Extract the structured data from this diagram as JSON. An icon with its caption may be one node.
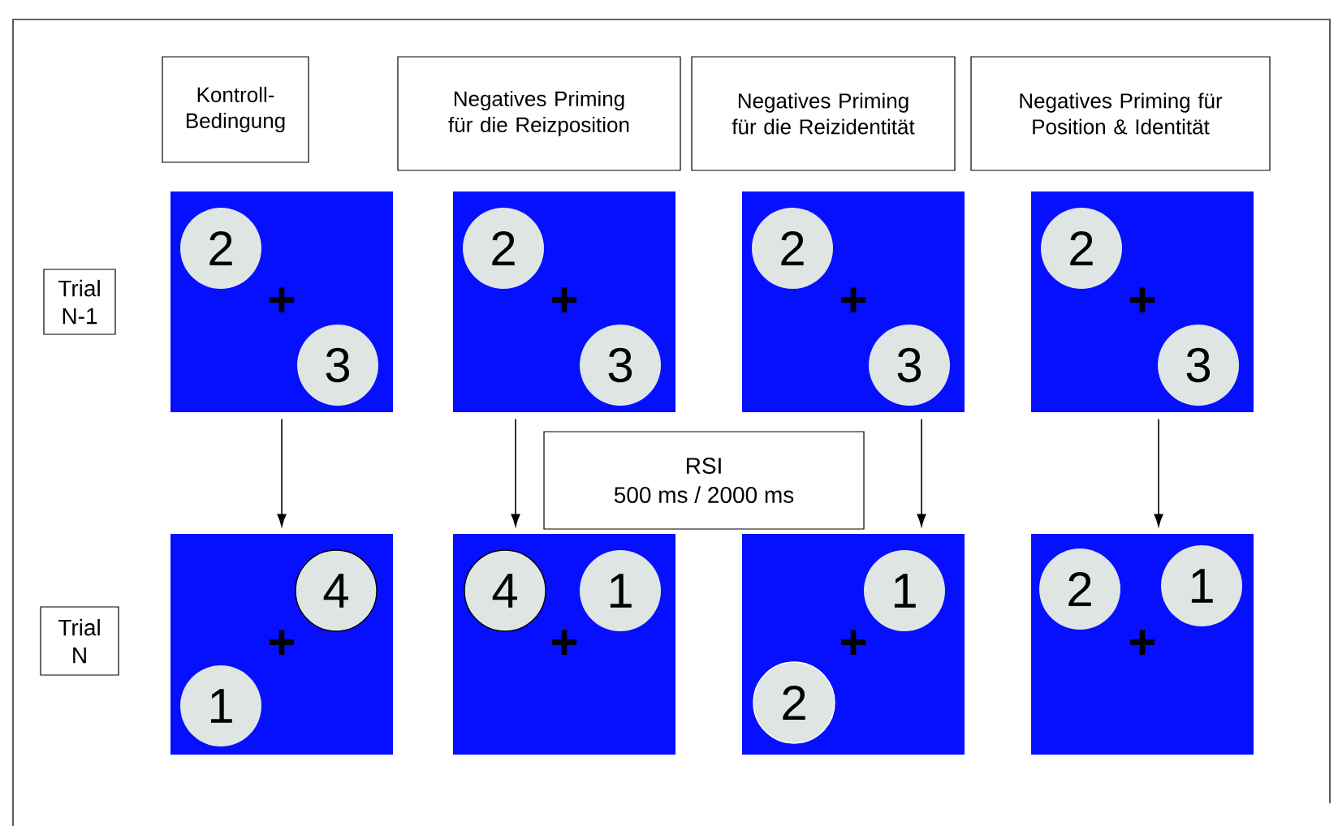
{
  "diagram": {
    "nodes": [
      {
        "text": [
          "Kontroll- Bedingung"
        ]
      },
      {
        "text": [
          "Negatives Priming für die Reizposition"
        ]
      },
      {
        "text": [
          "Negatives Priming für die Reizidentität"
        ]
      },
      {
        "text": [
          "Negatives Priming für Position & Identität"
        ]
      },
      {
        "text": [
          "Trial N-1"
        ]
      },
      {
        "text": [
          "+"
        ]
      },
      {
        "text": [
          "2"
        ],
        "in": 5
      },
      {
        "text": [
          "3"
        ],
        "in": 5
      },
      {
        "text": [
          "+"
        ]
      },
      {
        "text": [
          "2"
        ],
        "in": 8
      },
      {
        "text": [
          "3"
        ],
        "in": 8
      },
      {
        "text": [
          "+"
        ]
      },
      {
        "text": [
          "2"
        ],
        "in": 11
      },
      {
        "text": [
          "3"
        ],
        "in": 11
      },
      {
        "text": [
          "+"
        ]
      },
      {
        "text": [
          "2"
        ],
        "in": 14
      },
      {
        "text": [
          "3"
        ],
        "in": 14
      },
      {
        "text": [
          "RSI",
          "500 ms /  2000 ms"
        ]
      },
      {
        "text": [
          "Trial N"
        ]
      },
      {
        "text": [
          "+"
        ]
      },
      {
        "text": [
          "4"
        ],
        "in": 19
      },
      {
        "text": [
          "1"
        ],
        "in": 19
      },
      {
        "text": [
          "+"
        ]
      },
      {
        "text": [
          "4"
        ],
        "in": 22
      },
      {
        "text": [
          "1"
        ],
        "in": 22
      },
      {
        "text": [
          "+"
        ]
      },
      {
        "text": [
          "1"
        ],
        "in": 25
      },
      {
        "text": [
          "2"
        ],
        "in": 25
      },
      {
        "text": [
          "+"
        ]
      },
      {
        "text": [
          "2"
        ],
        "in": 28
      },
      {
        "text": [
          "1"
        ],
        "in": 28
      }
    ],
    "edges": [
      {
        "from": 5,
        "to": 19,
        "arrow": "to"
      },
      {
        "from": 8,
        "to": 22,
        "arrow": "to"
      },
      {
        "from": 11,
        "to": 25,
        "arrow": "to"
      },
      {
        "from": 14,
        "to": 28,
        "arrow": "to"
      }
    ]
  }
}
